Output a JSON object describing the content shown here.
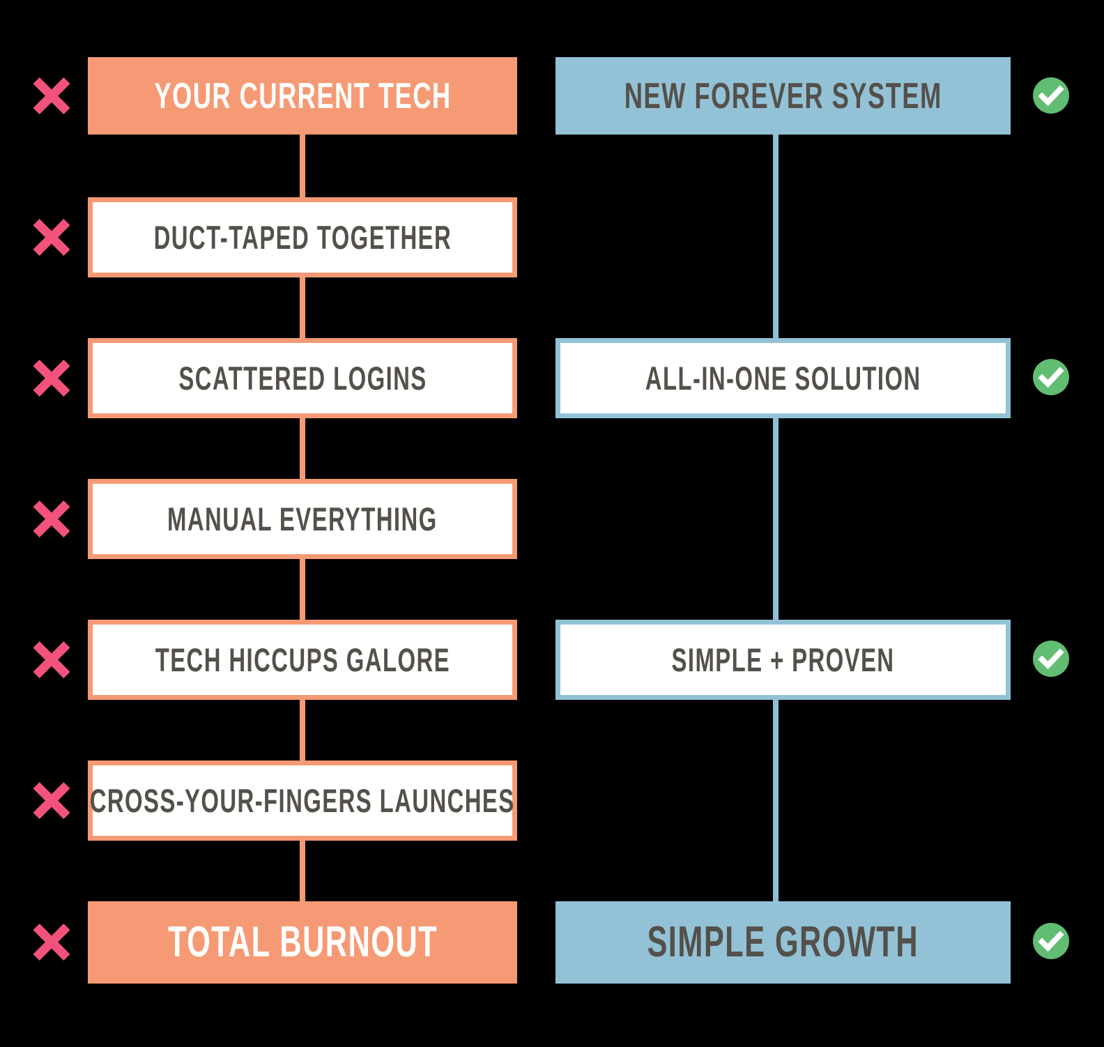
{
  "diagram": {
    "title": "Current Tech vs New Forever System comparison flow",
    "background_color": "#000000",
    "colors": {
      "left_accent": "#f59a74",
      "right_accent": "#93c2d7",
      "negative_icon": "#f2527c",
      "positive_icon": "#61bd72",
      "dark_text": "#54504a",
      "light_text": "#ffffff",
      "box_fill": "#ffffff"
    },
    "columns": [
      {
        "key": "left",
        "status_icon": "x-icon",
        "nodes": [
          {
            "label": "YOUR CURRENT TECH",
            "style": "filled",
            "text": "white"
          },
          {
            "label": "DUCT-TAPED TOGETHER",
            "style": "outline",
            "text": "dark"
          },
          {
            "label": "SCATTERED LOGINS",
            "style": "outline",
            "text": "dark"
          },
          {
            "label": "MANUAL EVERYTHING",
            "style": "outline",
            "text": "dark"
          },
          {
            "label": "TECH HICCUPS GALORE",
            "style": "outline",
            "text": "dark"
          },
          {
            "label": "CROSS-YOUR-FINGERS LAUNCHES",
            "style": "outline",
            "text": "dark"
          },
          {
            "label": "TOTAL BURNOUT",
            "style": "filled",
            "text": "white"
          }
        ]
      },
      {
        "key": "right",
        "status_icon": "check-icon",
        "nodes": [
          {
            "label": "NEW FOREVER SYSTEM",
            "style": "filled",
            "text": "dark",
            "row": 1
          },
          {
            "label": "ALL-IN-ONE SOLUTION",
            "style": "outline",
            "text": "dark",
            "row": 3
          },
          {
            "label": "SIMPLE + PROVEN",
            "style": "outline",
            "text": "dark",
            "row": 5
          },
          {
            "label": "SIMPLE GROWTH",
            "style": "filled",
            "text": "dark",
            "row": 7
          }
        ]
      }
    ]
  },
  "left": {
    "n0": "YOUR CURRENT TECH",
    "n1": "DUCT-TAPED TOGETHER",
    "n2": "SCATTERED LOGINS",
    "n3": "MANUAL EVERYTHING",
    "n4": "TECH HICCUPS GALORE",
    "n5": "CROSS-YOUR-FINGERS LAUNCHES",
    "n6": "TOTAL BURNOUT"
  },
  "right": {
    "n0": "NEW FOREVER SYSTEM",
    "n1": "ALL-IN-ONE SOLUTION",
    "n2": "SIMPLE + PROVEN",
    "n3": "SIMPLE GROWTH"
  }
}
